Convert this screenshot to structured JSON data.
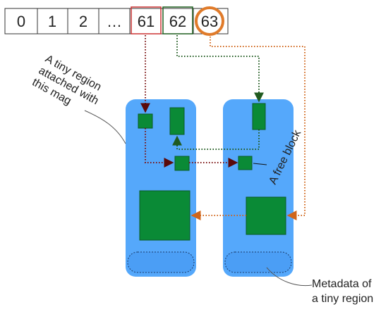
{
  "bins": {
    "labels": [
      "0",
      "1",
      "2",
      "…",
      "61",
      "62",
      "63"
    ],
    "highlight_colors": {
      "61": "#cc3333",
      "62": "#1f5f1f",
      "63": "#e07b2a"
    }
  },
  "annotations": {
    "region_line1": "A tiny region",
    "region_line2": "attached with",
    "region_line3": "this mag",
    "free_block": "A free block",
    "metadata_line1": "Metadata of",
    "metadata_line2": "a tiny region"
  },
  "colors": {
    "region_fill": "#55a8fb",
    "block_fill": "#0a8a36",
    "red_dotted": "#7a1010",
    "green_dotted": "#1f5a1f",
    "orange_dotted": "#d0651a"
  }
}
